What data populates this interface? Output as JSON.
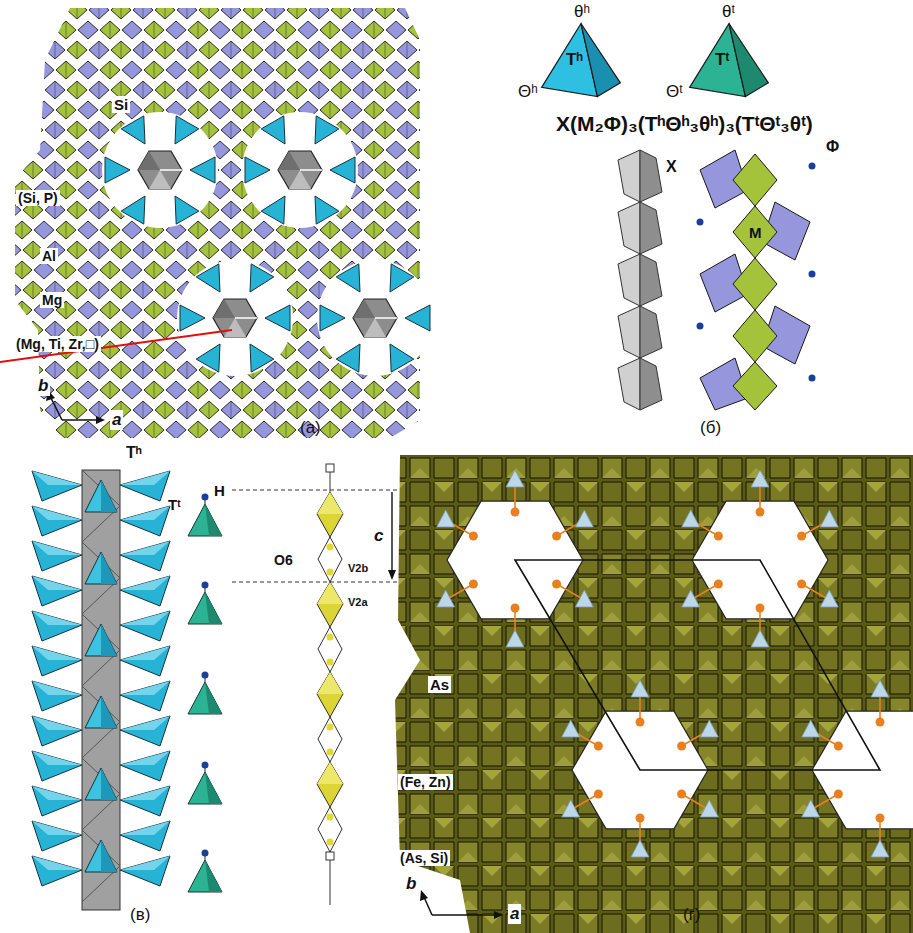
{
  "diagram": {
    "nodes": [
      {
        "text": [
          "Tʰ"
        ]
      },
      {
        "text": [
          "Tᵗ"
        ]
      }
    ],
    "labels": [
      "Si",
      "(Si, P)",
      "Al",
      "Mg",
      "(Mg, Ti, Zr,□)",
      "b",
      "a",
      "(а)",
      "θʰ",
      "Θʰ",
      "θᵗ",
      "Θᵗ",
      "X(M₂Φ)₃(TʰΘʰ₃θʰ)₃(TᵗΘᵗ₃θᵗ)",
      "X",
      "M",
      "Φ",
      "(б)",
      "Tʰ",
      "H",
      "Tᵗ",
      "c",
      "O6",
      "V2b",
      "V2a",
      "(в)",
      "As",
      "(Fe, Zn)",
      "(As, Si)",
      "b",
      "a",
      "(г)"
    ]
  }
}
